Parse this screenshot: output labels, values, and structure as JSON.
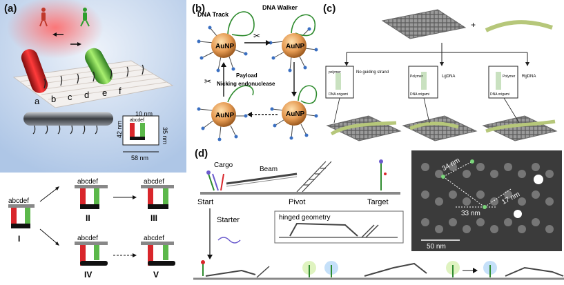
{
  "panel_a": {
    "label": "(a)",
    "track_letters": [
      "a",
      "b",
      "c",
      "d",
      "e",
      "f"
    ],
    "inset": {
      "letters": "abcdef",
      "dim_top": "10 nm",
      "dim_left": "42 nm",
      "dim_right": "35 nm",
      "dim_bottom": "58 nm"
    },
    "states": [
      {
        "roman": "I",
        "letters": "abcdef"
      },
      {
        "roman": "II",
        "letters": "abcdef"
      },
      {
        "roman": "III",
        "letters": "abcdef"
      },
      {
        "roman": "IV",
        "letters": "abcdef"
      },
      {
        "roman": "V",
        "letters": "abcdef"
      }
    ]
  },
  "panel_b": {
    "label": "(b)",
    "dna_track": "DNA Track",
    "dna_walker": "DNA Walker",
    "payload": "Payload",
    "nicking": "Nicking endonuclease",
    "aunp": "AuNP"
  },
  "panel_c": {
    "label": "(c)",
    "plus": "+",
    "box_no_guide": "No guiding strand",
    "polymer": "polymer",
    "polymer_cap": "Polymer",
    "lg_dna": "LgDNA",
    "rg_dna": "RgDNA",
    "origami": "DNA origami"
  },
  "panel_d": {
    "label": "(d)",
    "cargo": "Cargo",
    "beam": "Beam",
    "start": "Start",
    "pivot": "Pivot",
    "target": "Target",
    "starter": "Starter",
    "hinged": "hinged geometry",
    "afm_scale": "50 nm",
    "afm_dims": [
      "34 nm",
      "33 nm",
      "17 nm"
    ]
  },
  "colors": {
    "red": "#d9262b",
    "green": "#5bb84a",
    "gold": "#c98a3a",
    "panel_blue": "#bcd2ec"
  }
}
